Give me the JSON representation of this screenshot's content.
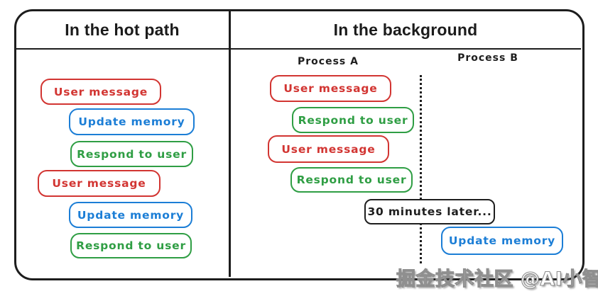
{
  "header": {
    "left_title": "In the hot path",
    "right_title": "In the background"
  },
  "background_panel": {
    "process_a_label": "Process A",
    "process_b_label": "Process B"
  },
  "hot_path_boxes": [
    {
      "label": "User message",
      "color": "red"
    },
    {
      "label": "Update memory",
      "color": "blue"
    },
    {
      "label": "Respond to user",
      "color": "green"
    },
    {
      "label": "User message",
      "color": "red"
    },
    {
      "label": "Update memory",
      "color": "blue"
    },
    {
      "label": "Respond to user",
      "color": "green"
    }
  ],
  "background_boxes": [
    {
      "label": "User message",
      "color": "red",
      "process": "A"
    },
    {
      "label": "Respond to user",
      "color": "green",
      "process": "A"
    },
    {
      "label": "User message",
      "color": "red",
      "process": "A"
    },
    {
      "label": "Respond to user",
      "color": "green",
      "process": "A"
    },
    {
      "label": "30 minutes later...",
      "color": "black",
      "process": "between"
    },
    {
      "label": "Update memory",
      "color": "blue",
      "process": "B"
    }
  ],
  "colors": {
    "stroke": "#1d1d1d",
    "red": "#d23532",
    "blue": "#1c7ed6",
    "green": "#2f9e44",
    "black": "#1e1e1e",
    "background": "#ffffff"
  },
  "watermark": {
    "text": "掘金技术社区 @AI小智"
  }
}
